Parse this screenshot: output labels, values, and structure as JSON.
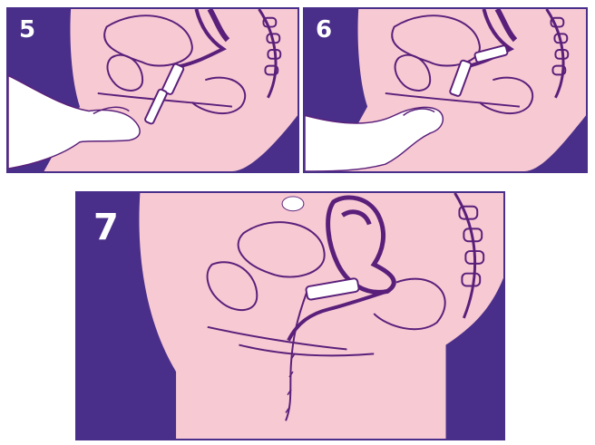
{
  "colors": {
    "background": "#4a2f8a",
    "skin": "#f6c9d3",
    "outline": "#5a1f7a",
    "hand": "#ffffff",
    "tampon": "#ffffff"
  },
  "panels": [
    {
      "step": "5",
      "icon": "hand-inserting-applicator-illustration"
    },
    {
      "step": "6",
      "icon": "applicator-plunger-pressed-illustration"
    },
    {
      "step": "7",
      "icon": "tampon-in-place-with-string-illustration"
    }
  ]
}
